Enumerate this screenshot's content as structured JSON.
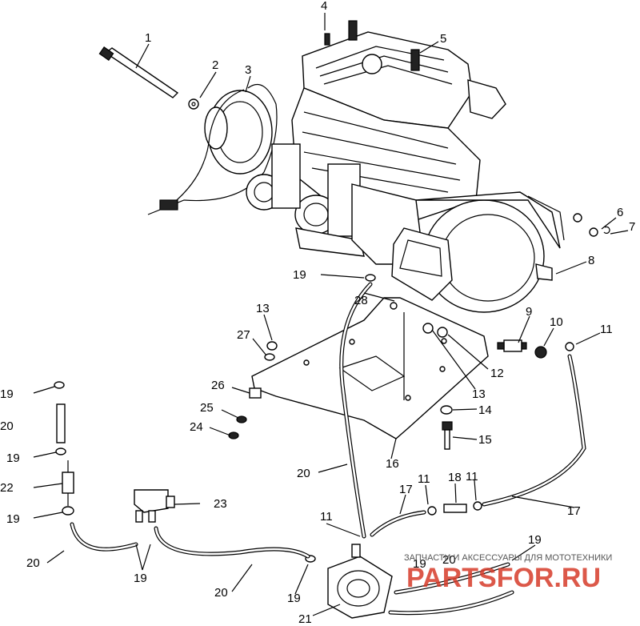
{
  "callouts": [
    "1",
    "2",
    "3",
    "4",
    "5",
    "6",
    "7",
    "8",
    "9",
    "10",
    "11",
    "12",
    "13",
    "14",
    "15",
    "16",
    "17",
    "18",
    "19",
    "20",
    "21",
    "22",
    "23",
    "24",
    "25",
    "26",
    "27",
    "28"
  ],
  "watermark": {
    "caption": "ЗАПЧАСТИ И АКСЕССУАРЫ ДЛЯ МОТОТЕХНИКИ",
    "logo": "PARTSFOR.RU"
  }
}
